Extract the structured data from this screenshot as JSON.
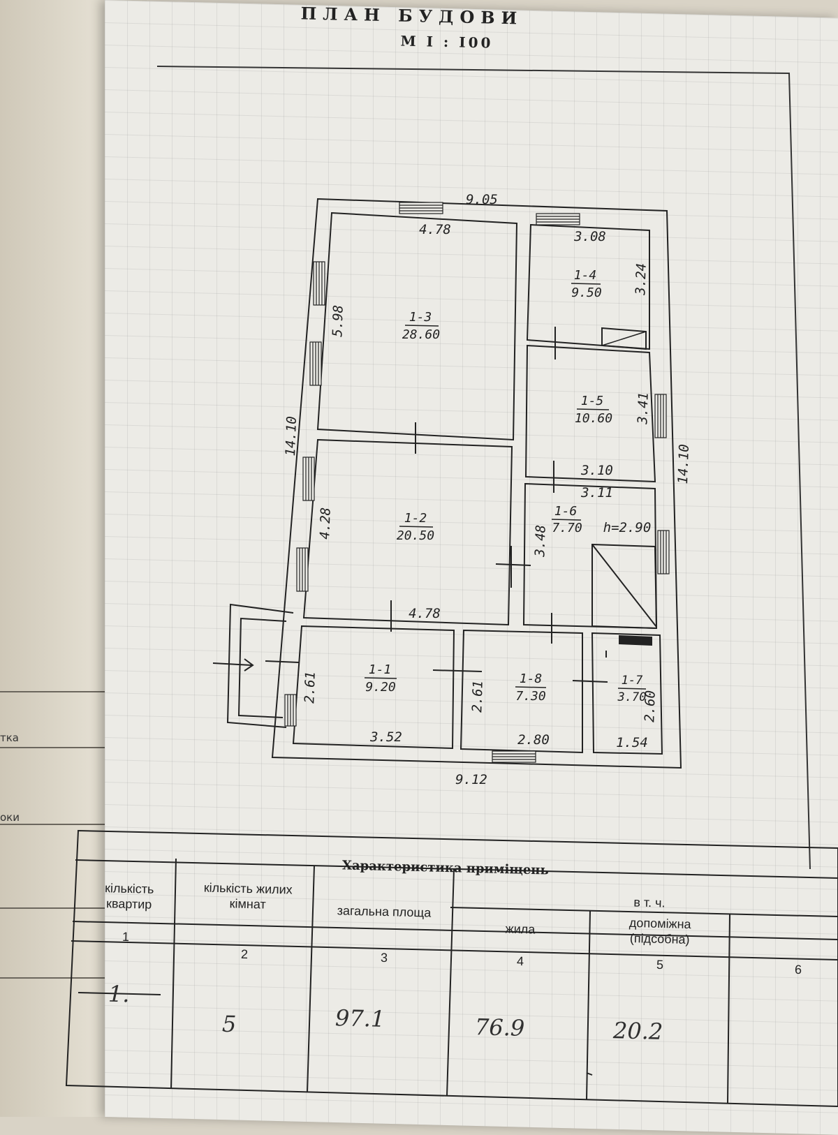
{
  "title": "ПЛАН БУДОВИ",
  "scale": "М І : І00",
  "left_page": {
    "fragment_1": "тка",
    "fragment_2": "оки"
  },
  "rooms": [
    {
      "id": "1-1",
      "area": "9.20"
    },
    {
      "id": "1-2",
      "area": "20.50"
    },
    {
      "id": "1-3",
      "area": "28.60"
    },
    {
      "id": "1-4",
      "area": "9.50"
    },
    {
      "id": "1-5",
      "area": "10.60"
    },
    {
      "id": "1-6",
      "area": "7.70"
    },
    {
      "id": "1-7",
      "area": "3.70"
    },
    {
      "id": "1-8",
      "area": "7.30"
    }
  ],
  "dimensions": {
    "overall_top": "9.05",
    "overall_bottom": "9.12",
    "overall_left": "14.10",
    "overall_right": "14.10",
    "r13_width": "4.78",
    "r13_height": "5.98",
    "r14_width": "3.08",
    "r14_height": "3.24",
    "r15_height": "3.41",
    "r15_width": "3.10",
    "r16_width": "3.11",
    "r16_depth": "3.48",
    "ceiling_height": "h=2.90",
    "r12_height": "4.28",
    "r12_width": "4.78",
    "r11_height": "2.61",
    "r11_width": "3.52",
    "r18_height": "2.61",
    "r18_width": "2.80",
    "r17_height": "2.60",
    "r17_width": "1.54"
  },
  "table": {
    "title": "Характеристика приміщень",
    "headers": {
      "apartments": "кількість квартир",
      "living_rooms": "кількість жилих кімнат",
      "total_area": "загальна площа",
      "including": "в т. ч.",
      "living": "жила",
      "auxiliary": "допоміжна (підсобна)"
    },
    "column_numbers": [
      "1",
      "2",
      "3",
      "4",
      "5",
      "6"
    ],
    "values": {
      "apartments": "1.",
      "living_rooms": "5",
      "total_area": "97.1",
      "living_area": "76.9",
      "auxiliary_area": "20.2"
    }
  }
}
